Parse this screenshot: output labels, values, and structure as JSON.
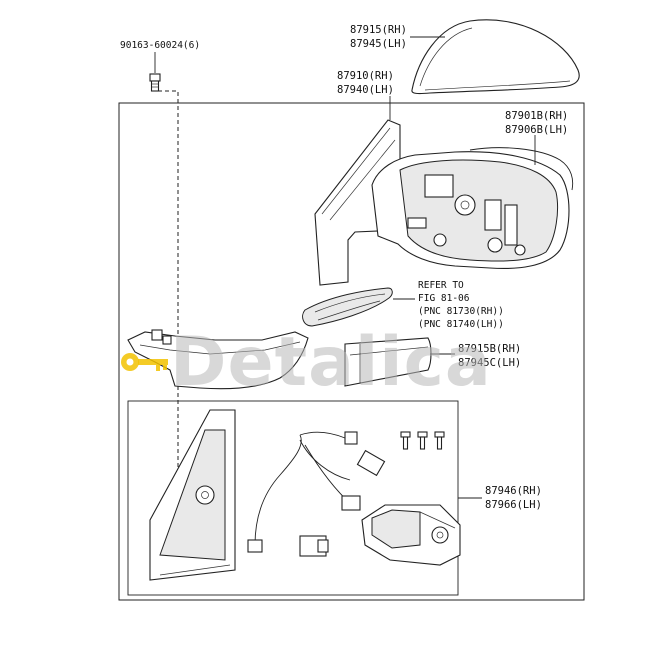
{
  "labels": {
    "bolt": "90163-60024(6)",
    "cover_rh": "87915(RH)",
    "cover_lh": "87945(LH)",
    "mirror_rh": "87910(RH)",
    "mirror_lh": "87940(LH)",
    "housing_rh": "87901B(RH)",
    "housing_lh": "87906B(LH)",
    "refer_1": "REFER TO",
    "refer_2": "FIG 81-06",
    "refer_3": "(PNC 81730(RH))",
    "refer_4": "(PNC 81740(LH))",
    "cover2_rh": "87915B(RH)",
    "cover2_lh": "87945C(LH)",
    "sub_rh": "87946(RH)",
    "sub_lh": "87966(LH)"
  },
  "watermark": {
    "text": "Detalica",
    "color": "#b8b8b8",
    "key_color": "#f2c200"
  }
}
